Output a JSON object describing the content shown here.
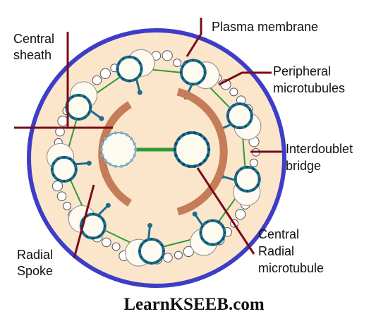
{
  "labels": {
    "plasma_membrane": "Plasma membrane",
    "central_sheath": [
      "Central",
      "sheath"
    ],
    "peripheral_microtubules": [
      "Peripheral",
      "microtubules"
    ],
    "interdoublet_bridge": [
      "Interdoublet",
      "bridge"
    ],
    "radial_spoke": [
      "Radial",
      "Spoke"
    ],
    "central_microtubule": [
      "Central",
      "Radial",
      "microtubule"
    ]
  },
  "watermark": "LearnKSEEB.com",
  "colors": {
    "membrane": "#3d3dc8",
    "cytoplasm": "#fbe6cc",
    "sheath": "#c47d58",
    "doublet_ring": "#1d6d8c",
    "leader_line": "#7a0c18",
    "bridge": "#2e9a36",
    "bead": "#ffffff"
  },
  "structure": {
    "peripheral_doublets": 9,
    "central_microtubules": 2
  }
}
